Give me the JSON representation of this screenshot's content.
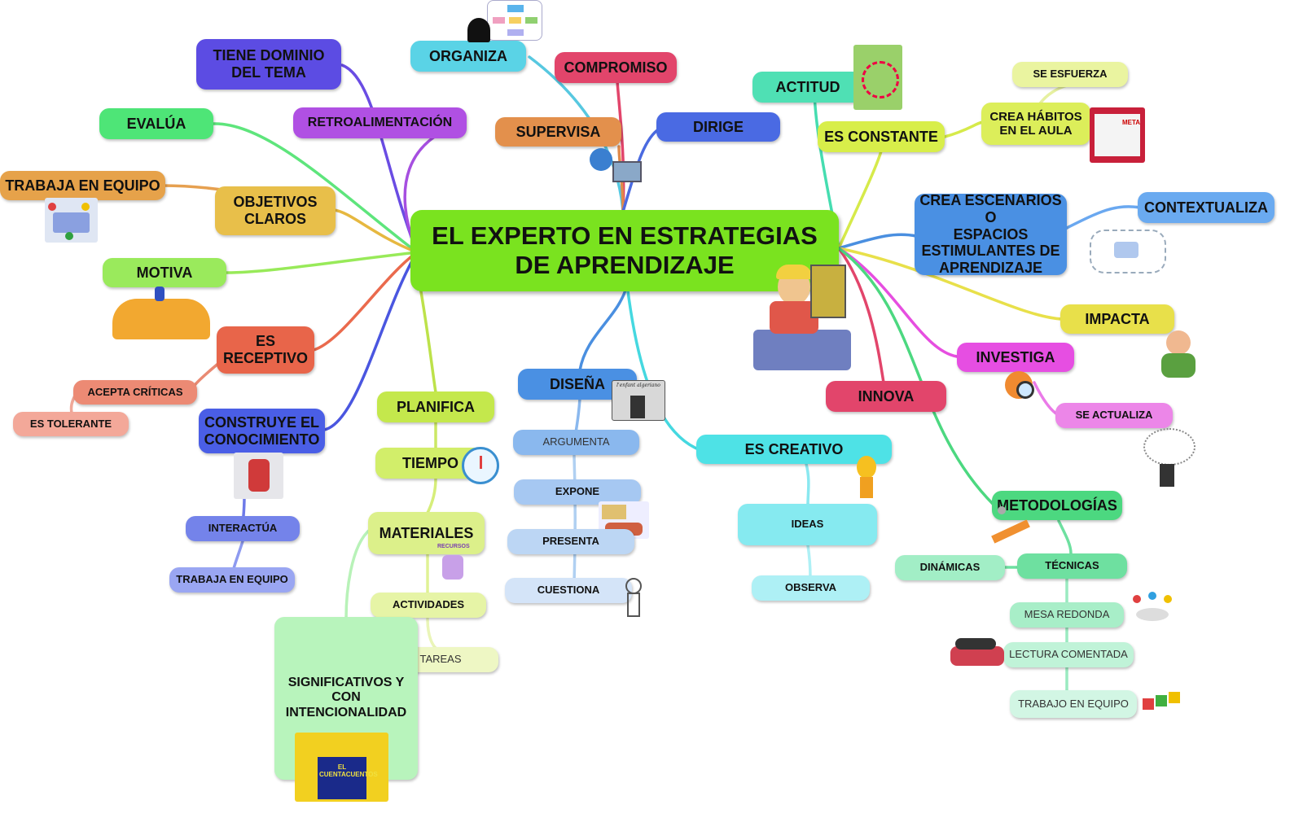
{
  "title": "EL EXPERTO EN ESTRATEGIAS\nDE APRENDIZAJE",
  "nodes": {
    "tiene_dominio": "TIENE DOMINIO\nDEL TEMA",
    "retroalimentacion": "RETROALIMENTACIÓN",
    "evalua": "EVALÚA",
    "trabaja_equipo_1": "TRABAJA EN EQUIPO",
    "objetivos": "OBJETIVOS\nCLAROS",
    "motiva": "MOTIVA",
    "receptivo": "ES\nRECEPTIVO",
    "acepta_criticas": "ACEPTA CRÍTICAS",
    "tolerante": "ES TOLERANTE",
    "construye": "CONSTRUYE EL\nCONOCIMIENTO",
    "interactua": "INTERACTÚA",
    "trabaja_equipo_2": "TRABAJA EN EQUIPO",
    "organiza": "ORGANIZA",
    "compromiso": "COMPROMISO",
    "supervisa": "SUPERVISA",
    "dirige": "DIRIGE",
    "actitud": "ACTITUD",
    "es_constante": "ES CONSTANTE",
    "se_esfuerza": "SE ESFUERZA",
    "crea_habitos": "CREA HÁBITOS\nEN EL AULA",
    "crea_escenarios": "CREA ESCENARIOS O\nESPACIOS\nESTIMULANTES DE\nAPRENDIZAJE",
    "contextualiza": "CONTEXTUALIZA",
    "impacta": "IMPACTA",
    "investiga": "INVESTIGA",
    "se_actualiza": "SE ACTUALIZA",
    "innova": "INNOVA",
    "metodologias": "METODOLOGÍAS",
    "dinamicas": "DINÁMICAS",
    "tecnicas": "TÉCNICAS",
    "mesa_redonda": "MESA REDONDA",
    "lectura": "LECTURA COMENTADA",
    "trabajo_equipo": "TRABAJO EN EQUIPO",
    "disena": "DISEÑA",
    "argumenta": "ARGUMENTA",
    "expone": "EXPONE",
    "presenta": "PRESENTA",
    "cuestiona": "CUESTIONA",
    "es_creativo": "ES CREATIVO",
    "ideas": "IDEAS",
    "observa": "OBSERVA",
    "planifica": "PLANIFICA",
    "tiempo": "TIEMPO",
    "materiales": "MATERIALES",
    "actividades": "ACTIVIDADES",
    "tareas": "TAREAS",
    "significativos": "SIGNIFICATIVOS Y\nCON\nINTENCIONALIDAD"
  },
  "image_captions": {
    "diseña_photo": "l'enfant algeriano",
    "hábitos_photo": "META",
    "materiales_photo": "RECURSOS",
    "cuentacuentos_photo": "EL CUENTACUENTOS"
  },
  "colors": {
    "center": "#7ae31f",
    "link_green": "#8bd36a",
    "link_blue": "#4a8fe0",
    "link_purple": "#8a5ce6"
  }
}
